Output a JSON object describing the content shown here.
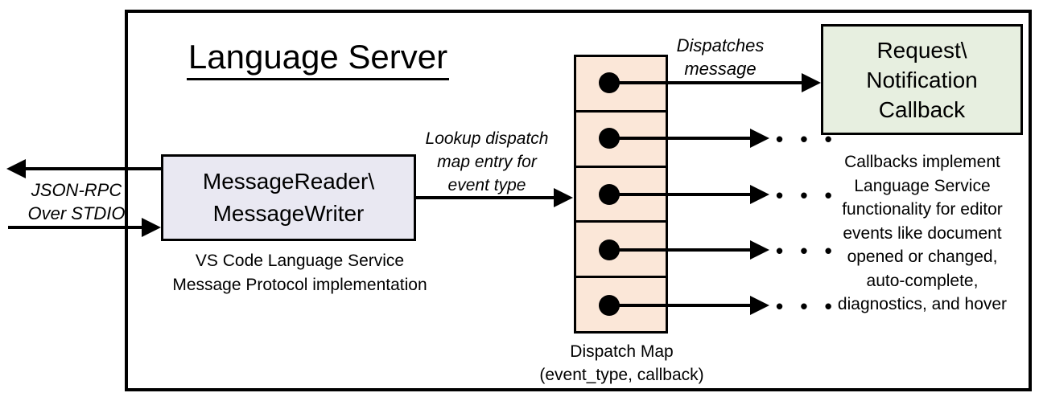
{
  "diagram": {
    "title": "Language Server",
    "stdio_label": {
      "line1": "JSON-RPC",
      "line2": "Over STDIO"
    },
    "message_box": {
      "line1": "MessageReader\\",
      "line2": "MessageWriter"
    },
    "message_box_caption": {
      "line1": "VS Code Language Service",
      "line2": "Message Protocol implementation"
    },
    "lookup_label": {
      "line1": "Lookup dispatch",
      "line2": "map entry for",
      "line3": "event type"
    },
    "dispatches_label": {
      "line1": "Dispatches",
      "line2": "message"
    },
    "callback_box": {
      "line1": "Request\\",
      "line2": "Notification",
      "line3": "Callback"
    },
    "dispatch_map_caption": {
      "line1": "Dispatch Map",
      "line2": "(event_type, callback)"
    },
    "callbacks_note": {
      "lines": [
        "Callbacks implement",
        "Language Service",
        "functionality for editor",
        "events like document",
        "opened or changed,",
        "auto-complete,",
        "diagnostics, and hover"
      ]
    },
    "ellipsis": "• • •",
    "dispatch_map": {
      "cell_count": 5
    },
    "colors": {
      "stroke": "#000000",
      "message_box_fill": "#e9e8f2",
      "dispatch_map_fill": "#fbe7d8",
      "callback_box_fill": "#e7efe0"
    }
  }
}
